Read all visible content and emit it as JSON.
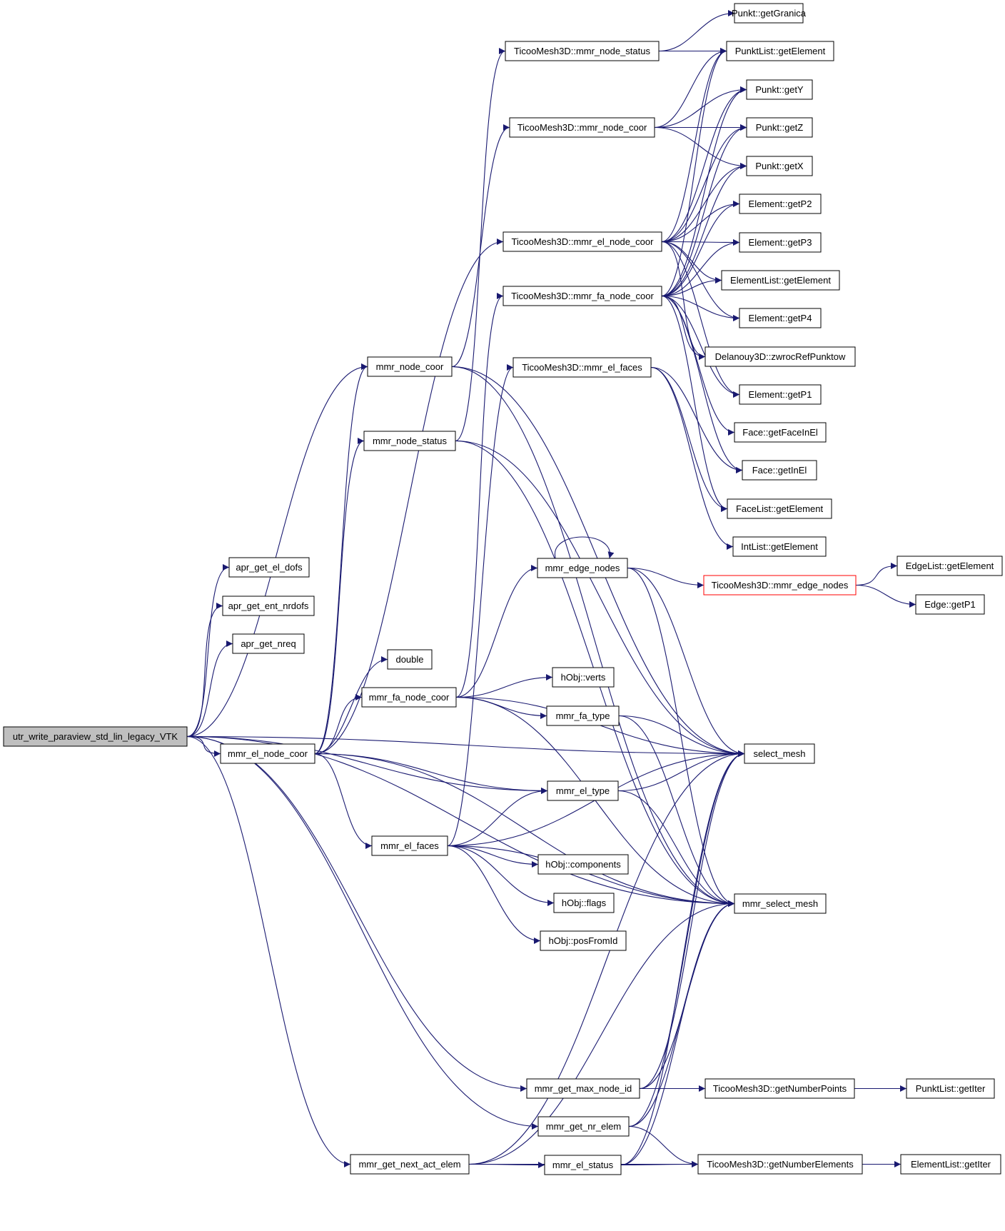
{
  "diagram": {
    "type": "call-graph",
    "colors": {
      "edge": "#191970",
      "root_fill": "#bfbfbf",
      "node_border": "#000000",
      "truncated_border": "#ff0000"
    },
    "nodes": [
      {
        "id": "root",
        "label": "utr_write_paraview_std_lin_legacy_VTK",
        "root": true
      },
      {
        "id": "apr_get_el_dofs",
        "label": "apr_get_el_dofs"
      },
      {
        "id": "apr_get_ent_nrdofs",
        "label": "apr_get_ent_nrdofs"
      },
      {
        "id": "apr_get_nreq",
        "label": "apr_get_nreq"
      },
      {
        "id": "mmr_node_coor",
        "label": "mmr_node_coor"
      },
      {
        "id": "mmr_node_status",
        "label": "mmr_node_status"
      },
      {
        "id": "double",
        "label": "double"
      },
      {
        "id": "mmr_fa_node_coor",
        "label": "mmr_fa_node_coor"
      },
      {
        "id": "mmr_el_node_coor",
        "label": "mmr_el_node_coor"
      },
      {
        "id": "mmr_el_faces",
        "label": "mmr_el_faces"
      },
      {
        "id": "mmr_get_next_act_elem",
        "label": "mmr_get_next_act_elem"
      },
      {
        "id": "T_mmr_node_status",
        "label": "TicooMesh3D::mmr_node_status"
      },
      {
        "id": "T_mmr_node_coor",
        "label": "TicooMesh3D::mmr_node_coor"
      },
      {
        "id": "T_mmr_el_node_coor",
        "label": "TicooMesh3D::mmr_el_node_coor"
      },
      {
        "id": "T_mmr_fa_node_coor",
        "label": "TicooMesh3D::mmr_fa_node_coor"
      },
      {
        "id": "T_mmr_el_faces",
        "label": "TicooMesh3D::mmr_el_faces"
      },
      {
        "id": "mmr_edge_nodes",
        "label": "mmr_edge_nodes"
      },
      {
        "id": "hObj_verts",
        "label": "hObj::verts"
      },
      {
        "id": "mmr_fa_type",
        "label": "mmr_fa_type"
      },
      {
        "id": "mmr_el_type",
        "label": "mmr_el_type"
      },
      {
        "id": "hObj_components",
        "label": "hObj::components"
      },
      {
        "id": "hObj_flags",
        "label": "hObj::flags"
      },
      {
        "id": "hObj_posFromId",
        "label": "hObj::posFromId"
      },
      {
        "id": "mmr_get_max_node_id",
        "label": "mmr_get_max_node_id"
      },
      {
        "id": "mmr_get_nr_elem",
        "label": "mmr_get_nr_elem"
      },
      {
        "id": "mmr_el_status",
        "label": "mmr_el_status"
      },
      {
        "id": "Punkt_getGranica",
        "label": "Punkt::getGranica"
      },
      {
        "id": "PunktList_getElement",
        "label": "PunktList::getElement"
      },
      {
        "id": "Punkt_getY",
        "label": "Punkt::getY"
      },
      {
        "id": "Punkt_getZ",
        "label": "Punkt::getZ"
      },
      {
        "id": "Punkt_getX",
        "label": "Punkt::getX"
      },
      {
        "id": "Element_getP2",
        "label": "Element::getP2"
      },
      {
        "id": "Element_getP3",
        "label": "Element::getP3"
      },
      {
        "id": "ElementList_getElement",
        "label": "ElementList::getElement"
      },
      {
        "id": "Element_getP4",
        "label": "Element::getP4"
      },
      {
        "id": "Delanouy3D_zwrocRefPunktow",
        "label": "Delanouy3D::zwrocRefPunktow"
      },
      {
        "id": "Element_getP1",
        "label": "Element::getP1"
      },
      {
        "id": "Face_getFaceInEl",
        "label": "Face::getFaceInEl"
      },
      {
        "id": "Face_getInEl",
        "label": "Face::getInEl"
      },
      {
        "id": "FaceList_getElement",
        "label": "FaceList::getElement"
      },
      {
        "id": "IntList_getElement",
        "label": "IntList::getElement"
      },
      {
        "id": "T_mmr_edge_nodes",
        "label": "TicooMesh3D::mmr_edge_nodes",
        "truncated": true
      },
      {
        "id": "select_mesh",
        "label": "select_mesh"
      },
      {
        "id": "mmr_select_mesh",
        "label": "mmr_select_mesh"
      },
      {
        "id": "T_getNumberPoints",
        "label": "TicooMesh3D::getNumberPoints"
      },
      {
        "id": "T_getNumberElements",
        "label": "TicooMesh3D::getNumberElements"
      },
      {
        "id": "EdgeList_getElement",
        "label": "EdgeList::getElement"
      },
      {
        "id": "Edge_getP1",
        "label": "Edge::getP1"
      },
      {
        "id": "PunktList_getIter",
        "label": "PunktList::getIter"
      },
      {
        "id": "ElementList_getIter",
        "label": "ElementList::getIter"
      }
    ],
    "edges": [
      [
        "root",
        "apr_get_el_dofs"
      ],
      [
        "root",
        "apr_get_ent_nrdofs"
      ],
      [
        "root",
        "apr_get_nreq"
      ],
      [
        "root",
        "mmr_node_coor"
      ],
      [
        "root",
        "mmr_el_node_coor"
      ],
      [
        "root",
        "mmr_el_type"
      ],
      [
        "root",
        "mmr_select_mesh"
      ],
      [
        "root",
        "mmr_get_max_node_id"
      ],
      [
        "root",
        "mmr_get_nr_elem"
      ],
      [
        "root",
        "mmr_get_next_act_elem"
      ],
      [
        "root",
        "select_mesh"
      ],
      [
        "mmr_node_coor",
        "T_mmr_node_coor"
      ],
      [
        "mmr_node_coor",
        "select_mesh"
      ],
      [
        "mmr_node_coor",
        "mmr_select_mesh"
      ],
      [
        "mmr_node_status",
        "T_mmr_node_status"
      ],
      [
        "mmr_node_status",
        "select_mesh"
      ],
      [
        "mmr_node_status",
        "mmr_select_mesh"
      ],
      [
        "mmr_el_node_coor",
        "mmr_node_coor"
      ],
      [
        "mmr_el_node_coor",
        "mmr_node_status"
      ],
      [
        "mmr_el_node_coor",
        "double"
      ],
      [
        "mmr_el_node_coor",
        "mmr_fa_node_coor"
      ],
      [
        "mmr_el_node_coor",
        "mmr_el_type"
      ],
      [
        "mmr_el_node_coor",
        "mmr_el_faces"
      ],
      [
        "mmr_el_node_coor",
        "T_mmr_el_node_coor"
      ],
      [
        "mmr_el_node_coor",
        "mmr_select_mesh"
      ],
      [
        "mmr_fa_node_coor",
        "T_mmr_fa_node_coor"
      ],
      [
        "mmr_fa_node_coor",
        "mmr_edge_nodes"
      ],
      [
        "mmr_fa_node_coor",
        "hObj_verts"
      ],
      [
        "mmr_fa_node_coor",
        "mmr_fa_type"
      ],
      [
        "mmr_fa_node_coor",
        "select_mesh"
      ],
      [
        "mmr_fa_node_coor",
        "mmr_select_mesh"
      ],
      [
        "mmr_el_faces",
        "T_mmr_el_faces"
      ],
      [
        "mmr_el_faces",
        "mmr_el_type"
      ],
      [
        "mmr_el_faces",
        "hObj_components"
      ],
      [
        "mmr_el_faces",
        "hObj_flags"
      ],
      [
        "mmr_el_faces",
        "hObj_posFromId"
      ],
      [
        "mmr_el_faces",
        "select_mesh"
      ],
      [
        "mmr_el_faces",
        "mmr_select_mesh"
      ],
      [
        "mmr_edge_nodes",
        "mmr_edge_nodes"
      ],
      [
        "mmr_edge_nodes",
        "T_mmr_edge_nodes"
      ],
      [
        "mmr_edge_nodes",
        "select_mesh"
      ],
      [
        "mmr_edge_nodes",
        "mmr_select_mesh"
      ],
      [
        "mmr_fa_type",
        "select_mesh"
      ],
      [
        "mmr_fa_type",
        "mmr_select_mesh"
      ],
      [
        "mmr_el_type",
        "select_mesh"
      ],
      [
        "mmr_el_type",
        "mmr_select_mesh"
      ],
      [
        "mmr_get_max_node_id",
        "T_getNumberPoints"
      ],
      [
        "mmr_get_max_node_id",
        "select_mesh"
      ],
      [
        "mmr_get_max_node_id",
        "mmr_select_mesh"
      ],
      [
        "mmr_get_nr_elem",
        "T_getNumberElements"
      ],
      [
        "mmr_get_nr_elem",
        "select_mesh"
      ],
      [
        "mmr_get_nr_elem",
        "mmr_select_mesh"
      ],
      [
        "mmr_get_next_act_elem",
        "mmr_el_status"
      ],
      [
        "mmr_get_next_act_elem",
        "T_getNumberElements"
      ],
      [
        "mmr_get_next_act_elem",
        "select_mesh"
      ],
      [
        "mmr_get_next_act_elem",
        "mmr_select_mesh"
      ],
      [
        "mmr_el_status",
        "T_getNumberElements"
      ],
      [
        "mmr_el_status",
        "select_mesh"
      ],
      [
        "mmr_el_status",
        "mmr_select_mesh"
      ],
      [
        "T_mmr_node_status",
        "Punkt_getGranica"
      ],
      [
        "T_mmr_node_status",
        "PunktList_getElement"
      ],
      [
        "T_mmr_node_coor",
        "Punkt_getY"
      ],
      [
        "T_mmr_node_coor",
        "Punkt_getZ"
      ],
      [
        "T_mmr_node_coor",
        "Punkt_getX"
      ],
      [
        "T_mmr_node_coor",
        "PunktList_getElement"
      ],
      [
        "T_mmr_el_node_coor",
        "PunktList_getElement"
      ],
      [
        "T_mmr_el_node_coor",
        "Punkt_getY"
      ],
      [
        "T_mmr_el_node_coor",
        "Punkt_getZ"
      ],
      [
        "T_mmr_el_node_coor",
        "Punkt_getX"
      ],
      [
        "T_mmr_el_node_coor",
        "Element_getP2"
      ],
      [
        "T_mmr_el_node_coor",
        "Element_getP3"
      ],
      [
        "T_mmr_el_node_coor",
        "ElementList_getElement"
      ],
      [
        "T_mmr_el_node_coor",
        "Element_getP4"
      ],
      [
        "T_mmr_el_node_coor",
        "Delanouy3D_zwrocRefPunktow"
      ],
      [
        "T_mmr_el_node_coor",
        "Element_getP1"
      ],
      [
        "T_mmr_fa_node_coor",
        "PunktList_getElement"
      ],
      [
        "T_mmr_fa_node_coor",
        "Punkt_getY"
      ],
      [
        "T_mmr_fa_node_coor",
        "Punkt_getZ"
      ],
      [
        "T_mmr_fa_node_coor",
        "Punkt_getX"
      ],
      [
        "T_mmr_fa_node_coor",
        "Element_getP2"
      ],
      [
        "T_mmr_fa_node_coor",
        "Element_getP3"
      ],
      [
        "T_mmr_fa_node_coor",
        "ElementList_getElement"
      ],
      [
        "T_mmr_fa_node_coor",
        "Element_getP4"
      ],
      [
        "T_mmr_fa_node_coor",
        "Delanouy3D_zwrocRefPunktow"
      ],
      [
        "T_mmr_fa_node_coor",
        "Element_getP1"
      ],
      [
        "T_mmr_fa_node_coor",
        "Face_getFaceInEl"
      ],
      [
        "T_mmr_fa_node_coor",
        "Face_getInEl"
      ],
      [
        "T_mmr_fa_node_coor",
        "FaceList_getElement"
      ],
      [
        "T_mmr_el_faces",
        "Face_getInEl"
      ],
      [
        "T_mmr_el_faces",
        "FaceList_getElement"
      ],
      [
        "T_mmr_el_faces",
        "IntList_getElement"
      ],
      [
        "T_mmr_edge_nodes",
        "EdgeList_getElement"
      ],
      [
        "T_mmr_edge_nodes",
        "Edge_getP1"
      ],
      [
        "T_getNumberPoints",
        "PunktList_getIter"
      ],
      [
        "T_getNumberElements",
        "ElementList_getIter"
      ]
    ]
  }
}
